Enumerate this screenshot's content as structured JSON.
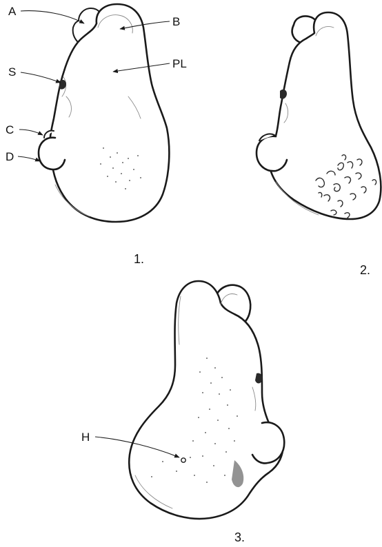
{
  "figures": [
    {
      "number": "1.",
      "labels": {
        "A": "A",
        "B": "B",
        "PL": "PL",
        "S": "S",
        "C": "C",
        "D": "D"
      }
    },
    {
      "number": "2."
    },
    {
      "number": "3.",
      "labels": {
        "H": "H"
      }
    }
  ]
}
